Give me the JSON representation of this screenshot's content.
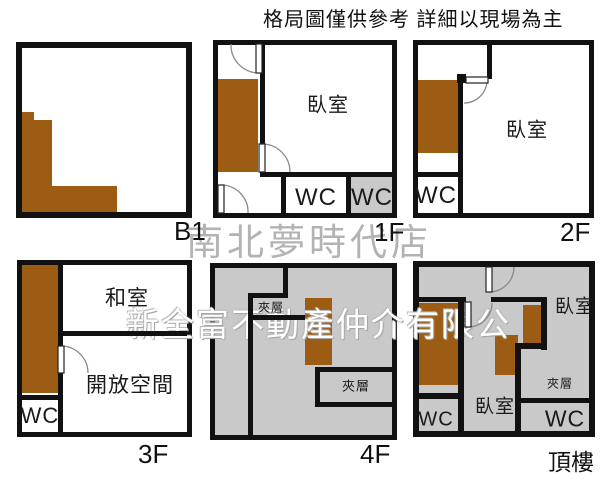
{
  "document_type": "apartment floor plan sheet",
  "header": {
    "disclaimer": "格局圖僅供參考 詳細以現場為主"
  },
  "watermark": {
    "line1": "南北夢時代店",
    "line2": "新全富不動產仲介有限公"
  },
  "colors": {
    "stair_brown": "#9c5c14",
    "mezzanine_gray": "#c9c9c9",
    "wall_black": "#111111",
    "watermark_gray": "#b3b3b3",
    "background": "#ffffff"
  },
  "panels": {
    "b1": {
      "label": "B1"
    },
    "f1": {
      "label": "1F",
      "bedroom": "臥室",
      "wc_left": "WC",
      "wc_right": "WC"
    },
    "f2": {
      "label": "2F",
      "bedroom": "臥室",
      "wc": "WC"
    },
    "f3": {
      "label": "3F",
      "tatami_room": "和室",
      "open_space": "開放空間",
      "wc": "WC"
    },
    "f4": {
      "label": "4F",
      "mezzanine_top": "夾層",
      "mezzanine_bottom": "夾層"
    },
    "roof": {
      "label": "頂樓",
      "bedroom_right": "臥室",
      "bedroom_middle": "臥室",
      "mezzanine": "夾層",
      "wc_left": "WC",
      "wc_right": "WC"
    }
  }
}
